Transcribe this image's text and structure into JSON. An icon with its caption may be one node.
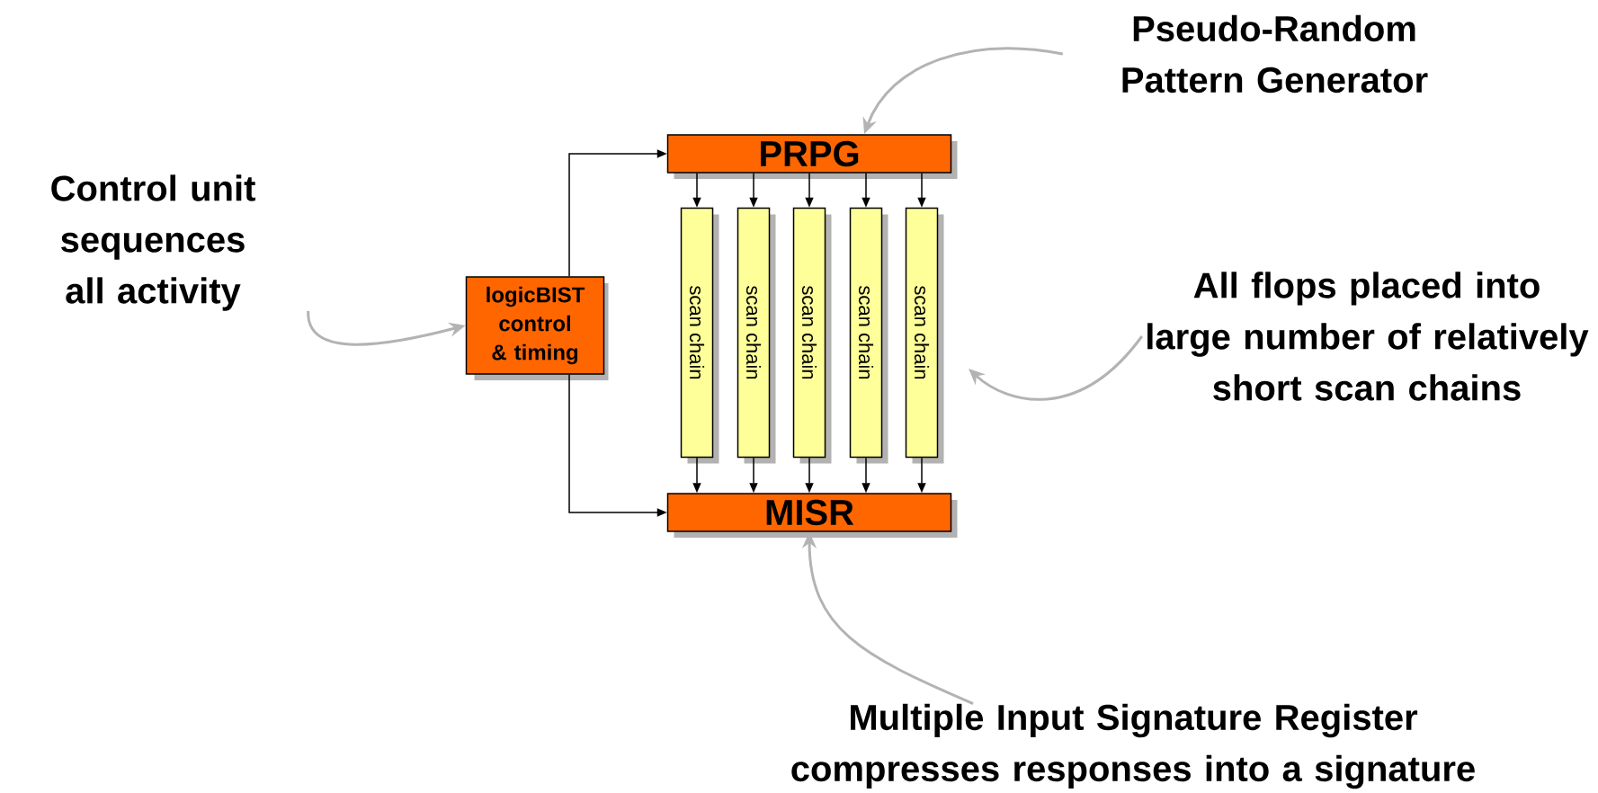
{
  "diagram": {
    "nodes": [
      {
        "text": [
          "Pseudo-Random Pattern Generator"
        ]
      },
      {
        "text": [
          "PRPG"
        ]
      },
      {
        "text": [
          "Control unit sequences all activity"
        ]
      },
      {
        "text": [
          "logicBIST control & timing"
        ]
      },
      {
        "text": [
          "scan chain"
        ]
      },
      {
        "text": [
          "scan chain"
        ]
      },
      {
        "text": [
          "scan chain"
        ]
      },
      {
        "text": [
          "scan chain"
        ]
      },
      {
        "text": [
          "scan chain"
        ]
      },
      {
        "text": [
          "All flops placed into large number of relatively short scan chains"
        ]
      },
      {
        "text": [
          "MISR"
        ]
      },
      {
        "text": [
          "Multiple Input Signature Register compresses responses into a signature"
        ]
      }
    ],
    "edges": [
      {
        "from": 0,
        "to": 1,
        "arrow": "to",
        "color": "#b3b3b3"
      },
      {
        "from": 2,
        "to": 3,
        "arrow": "to",
        "color": "#b3b3b3"
      },
      {
        "from": 3,
        "to": 1,
        "arrow": "to"
      },
      {
        "from": 3,
        "to": 10,
        "arrow": "to"
      },
      {
        "from": 1,
        "to": 4,
        "arrow": "to"
      },
      {
        "from": 1,
        "to": 5,
        "arrow": "to"
      },
      {
        "from": 1,
        "to": 6,
        "arrow": "to"
      },
      {
        "from": 1,
        "to": 7,
        "arrow": "to"
      },
      {
        "from": 1,
        "to": 8,
        "arrow": "to"
      },
      {
        "from": 4,
        "to": 10,
        "arrow": "to"
      },
      {
        "from": 5,
        "to": 10,
        "arrow": "to"
      },
      {
        "from": 6,
        "to": 10,
        "arrow": "to"
      },
      {
        "from": 7,
        "to": 10,
        "arrow": "to"
      },
      {
        "from": 8,
        "to": 10,
        "arrow": "to"
      },
      {
        "from": 9,
        "to": null,
        "arrow": "to",
        "color": "#b3b3b3"
      },
      {
        "from": 11,
        "to": 10,
        "arrow": "to",
        "color": "#b3b3b3"
      }
    ]
  }
}
